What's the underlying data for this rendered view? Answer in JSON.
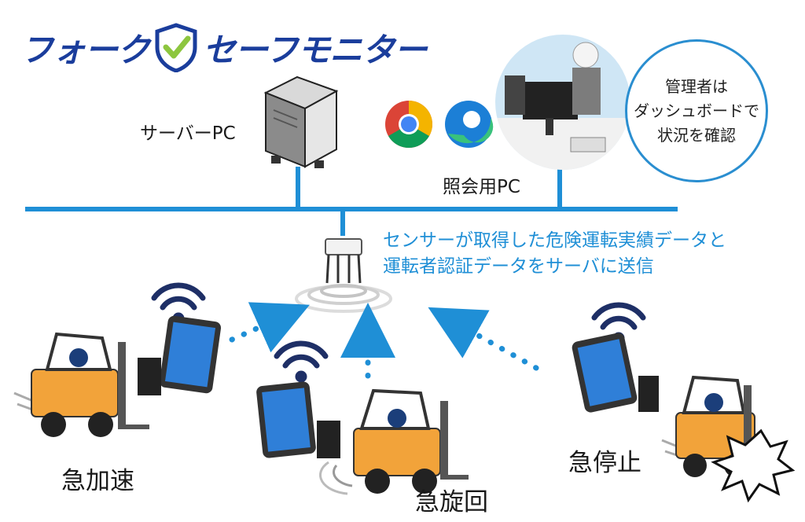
{
  "logo": {
    "part1": "フォーク",
    "part2": "セーフモニター"
  },
  "labels": {
    "server_pc": "サーバーPC",
    "viewer_pc": "照会用PC",
    "event_accel": "急加速",
    "event_turn": "急旋回",
    "event_stop": "急停止"
  },
  "callout": {
    "lines": [
      "管理者は",
      "ダッシュボードで",
      "状況を確認"
    ]
  },
  "sensor_caption": {
    "lines": [
      "センサーが取得した危険運転実績データと",
      "運転者認証データをサーバに送信"
    ]
  },
  "colors": {
    "logo_blue": "#1a3d9c",
    "network_blue": "#1f8fd6",
    "check_green": "#8dc63f",
    "forklift_orange": "#f2a33a",
    "wifi_navy": "#1e2f66"
  }
}
